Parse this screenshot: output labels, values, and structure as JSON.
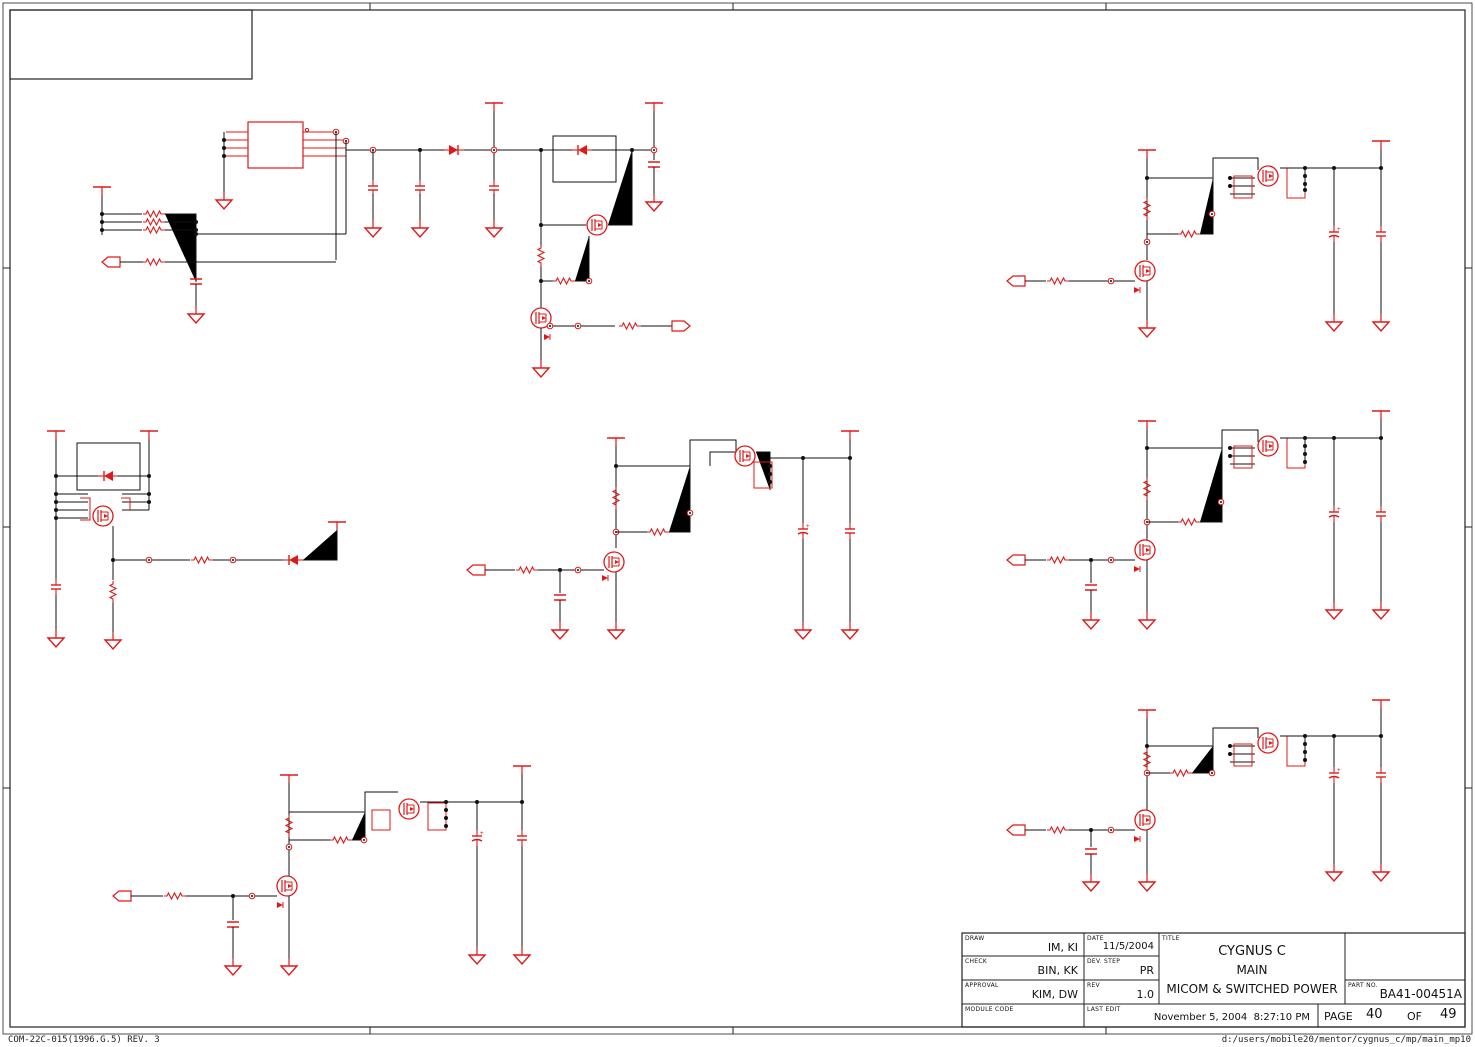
{
  "title_block": {
    "draw_label": "DRAW",
    "draw_value": "IM, KI",
    "check_label": "CHECK",
    "check_value": "BIN, KK",
    "approval_label": "APPROVAL",
    "approval_value": "KIM, DW",
    "module_code_label": "MODULE CODE",
    "date_label": "DATE",
    "date_value": "11/5/2004",
    "dev_step_label": "DEV. STEP",
    "dev_step_value": "PR",
    "rev_label": "REV",
    "rev_value": "1.0",
    "last_edit_label": "LAST EDIT",
    "last_edit_value": "November 5, 2004  8:27:10 PM",
    "title_label": "TITLE",
    "title_line1": "CYGNUS C",
    "title_line2": "MAIN",
    "title_line3": "MICOM & SWITCHED POWER",
    "part_no_label": "PART NO.",
    "part_no_value": "BA41-00451A",
    "page_label": "PAGE",
    "page_value": "40",
    "of_label": "OF",
    "of_value": "49"
  },
  "footer": {
    "form_code": "COM-22C-015(1996.G.5) REV. 3",
    "file_path": "d:/users/mobile20/mentor/cygnus_c/mp/main_mp10"
  },
  "colors": {
    "component": "#e01818",
    "wire": "#111111",
    "frame": "#222222"
  }
}
